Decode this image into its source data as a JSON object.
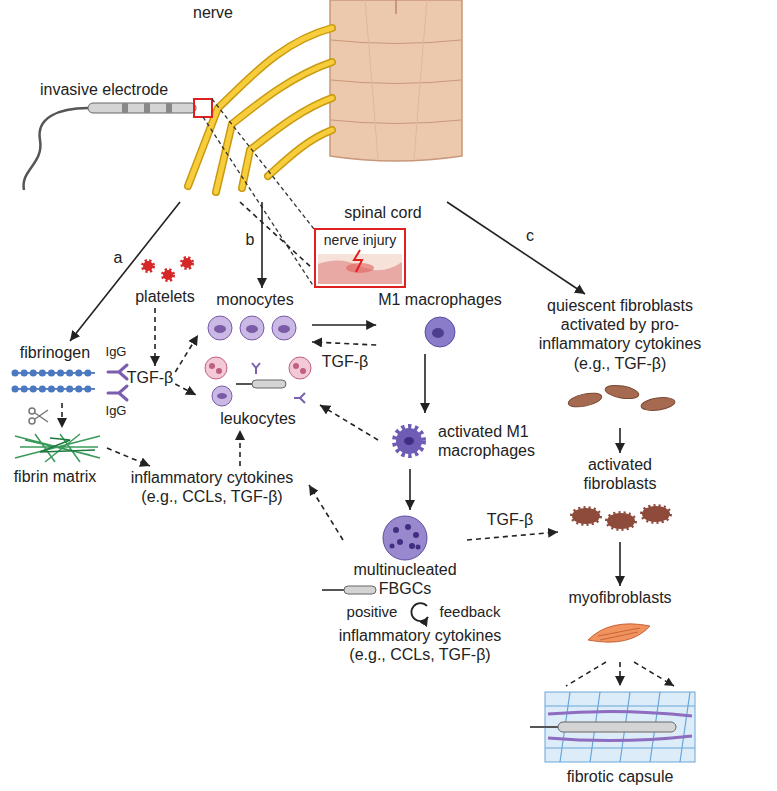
{
  "diagram": {
    "nodes": [
      {
        "text": [
          "invasive electrode"
        ]
      },
      {
        "text": [
          "nerve injury"
        ]
      },
      {
        "text": [
          "fibrinogen"
        ]
      },
      {
        "text": [
          "platelets"
        ]
      },
      {
        "text": [
          "monocytes"
        ]
      },
      {
        "text": [
          "M1 macrophages"
        ]
      },
      {
        "text": [
          "TGF-β"
        ]
      },
      {
        "text": [
          "leukocytes"
        ]
      },
      {
        "text": [
          "fibrin matrix"
        ]
      },
      {
        "text": [
          "inflammatory cytokines (e.g., CCLs, TGF-β)"
        ]
      },
      {
        "text": [
          "activated M1 macrophages"
        ]
      },
      {
        "text": [
          "multinucleated FBGCs"
        ]
      },
      {
        "text": [
          "inflammatory cytokines (e.g., CCLs, TGF-β)"
        ]
      },
      {
        "text": [
          "quiescent fibroblasts activated by pro-inflammatory cytokines (e.g., TGF-β)"
        ]
      },
      {
        "text": [
          "activated fibroblasts"
        ]
      },
      {
        "text": [
          "myofibroblasts"
        ]
      },
      {
        "text": [
          "fibrotic capsule"
        ]
      }
    ],
    "edges": [
      {
        "from": 0,
        "to": 2,
        "label": "a",
        "arrow": "to"
      },
      {
        "from": 0,
        "to": 4,
        "label": "b",
        "arrow": "to"
      },
      {
        "from": 0,
        "to": 13,
        "label": "c",
        "arrow": "to"
      },
      {
        "from": 0,
        "to": 1,
        "arrow": "none"
      },
      {
        "from": 3,
        "to": 6,
        "arrow": "to"
      },
      {
        "from": 6,
        "to": 4,
        "arrow": "to"
      },
      {
        "from": 6,
        "to": 7,
        "arrow": "to"
      },
      {
        "from": 2,
        "to": 8,
        "arrow": "to"
      },
      {
        "from": 8,
        "to": 9,
        "arrow": "to"
      },
      {
        "from": 9,
        "to": 7,
        "arrow": "to"
      },
      {
        "from": 4,
        "to": 5,
        "arrow": "to"
      },
      {
        "from": 5,
        "to": 4,
        "label": "TGF-β",
        "arrow": "to"
      },
      {
        "from": 5,
        "to": 10,
        "arrow": "to"
      },
      {
        "from": 10,
        "to": 7,
        "arrow": "to"
      },
      {
        "from": 10,
        "to": 11,
        "arrow": "to"
      },
      {
        "from": 11,
        "to": 9,
        "arrow": "to"
      },
      {
        "from": 11,
        "to": 14,
        "label": "TGF-β",
        "arrow": "to"
      },
      {
        "from": 13,
        "to": 14,
        "arrow": "to"
      },
      {
        "from": 14,
        "to": 15,
        "arrow": "to"
      },
      {
        "from": 15,
        "to": 16,
        "arrow": "to"
      }
    ],
    "labels": [
      "nerve",
      "spinal cord",
      "IgG",
      "IgG",
      "positive",
      "feedback"
    ]
  }
}
